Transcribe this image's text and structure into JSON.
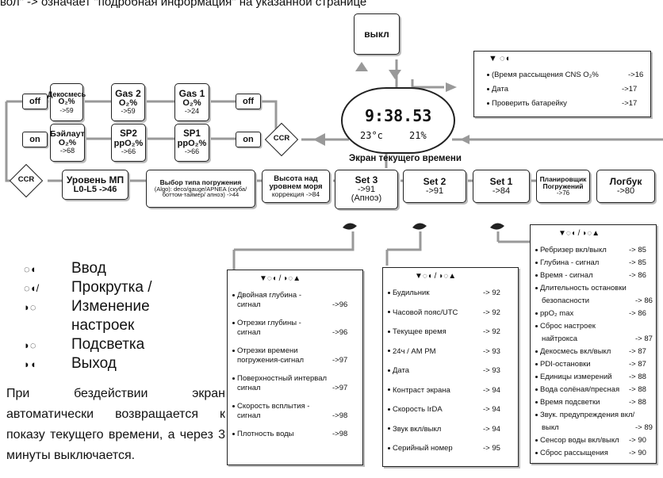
{
  "header_text": "вол\" -> означает \"подробная информация\" на указанной странице",
  "off_box": "выкл",
  "clock": {
    "time": "9:38.53",
    "temp": "23°c",
    "batt": "21%",
    "caption": "Экран текущего времени"
  },
  "top_right_panel": [
    {
      "text": "(Время рассыщения CNS O₂%",
      "ref": "->16"
    },
    {
      "text": "Дата",
      "ref": "->17"
    },
    {
      "text": "Проверить батарейку",
      "ref": "->17"
    }
  ],
  "off_tags": [
    "off",
    "off"
  ],
  "on_tags": [
    "on",
    "on"
  ],
  "ccr_labels": [
    "CCR",
    "CCR"
  ],
  "row_gas": [
    {
      "title": "Декосмесь",
      "sub": "O₂%",
      "ref": "->59"
    },
    {
      "title": "Gas 2",
      "sub": "O₂%",
      "ref": "->59"
    },
    {
      "title": "Gas 1",
      "sub": "O₂%",
      "ref": "->24"
    }
  ],
  "row_sp": [
    {
      "title": "Бэйлаут",
      "sub": "O₂%",
      "ref": "->68"
    },
    {
      "title": "SP2",
      "sub": "ppO₂%",
      "ref": "->66"
    },
    {
      "title": "SP1",
      "sub": "ppO₂%",
      "ref": "->66"
    }
  ],
  "main_row": [
    {
      "title": "Уровень МП",
      "sub": "L0-L5 ->46"
    },
    {
      "title": "Выбор типа погружения",
      "sub": "(Algo): deco/gauge/APNEA (скуба/боттом-таймер/ апноэ) ->44"
    },
    {
      "title": "Высота над уровнем моря",
      "sub": "коррекция ->84"
    },
    {
      "title": "Set 3",
      "sub": "->91",
      "sub2": "(Апноэ)"
    },
    {
      "title": "Set 2",
      "sub": "->91"
    },
    {
      "title": "Set 1",
      "sub": "->84"
    },
    {
      "title": "Планировщик Погружений",
      "sub": "->76"
    },
    {
      "title": "Логбук",
      "sub": "->80"
    }
  ],
  "legend": [
    "Ввод",
    "Прокрутка /",
    "Изменение",
    "настроек",
    "Подсветка",
    "Выход"
  ],
  "note": "При бездействии экран автоматически возвращается к показу текущего времени, а через 3 минуты выключается.",
  "set3_list": [
    {
      "text": "Двойная глубина -",
      "text2": "сигнал",
      "ref": "->96"
    },
    {
      "text": "Отрезки глубины -",
      "text2": "сигнал",
      "ref": "->96"
    },
    {
      "text": "Отрезки времени",
      "text2": "погружения-сигнал",
      "ref": "->97"
    },
    {
      "text": "Поверхностный интервал",
      "text2": "сигнал",
      "ref": "->97"
    },
    {
      "text": "Скорость всплытия -",
      "text2": "сигнал",
      "ref": "->98"
    },
    {
      "text": "Плотность воды",
      "text2": "",
      "ref": "->98"
    }
  ],
  "set2_list": [
    {
      "text": "Будильник",
      "ref": "-> 92"
    },
    {
      "text": "Часовой пояс/UTC",
      "ref": "-> 92"
    },
    {
      "text": "Текущее время",
      "ref": "-> 92"
    },
    {
      "text": "24ч / AM PM",
      "ref": "-> 93"
    },
    {
      "text": "Дата",
      "ref": "-> 93"
    },
    {
      "text": "Контраст экрана",
      "ref": "-> 94"
    },
    {
      "text": "Скорость IrDA",
      "ref": "-> 94"
    },
    {
      "text": "Звук вкл/выкл",
      "ref": "-> 94"
    },
    {
      "text": "Серийный номер",
      "ref": "-> 95"
    }
  ],
  "set1_list": [
    {
      "text": "Ребризер вкл/выкл",
      "ref": "-> 85"
    },
    {
      "text": "Глубина - сигнал",
      "ref": "-> 85"
    },
    {
      "text": "Время - сигнал",
      "ref": "-> 86"
    },
    {
      "text": "Длительность остановки",
      "ref": ""
    },
    {
      "text": "безопасности",
      "ref": "-> 86",
      "indent": true
    },
    {
      "text": "ppO₂ max",
      "ref": "-> 86"
    },
    {
      "text": "Сброс настроек",
      "ref": ""
    },
    {
      "text": "найтрокса",
      "ref": "-> 87",
      "indent": true
    },
    {
      "text": "Декосмесь вкл/выкл",
      "ref": "-> 87"
    },
    {
      "text": "PDI-остановки",
      "ref": "-> 87"
    },
    {
      "text": "Единицы измерений",
      "ref": "-> 88"
    },
    {
      "text": "Вода солёная/пресная",
      "ref": "-> 88"
    },
    {
      "text": "Время подсветки",
      "ref": "-> 88"
    },
    {
      "text": "Звук. предупреждения вкл/",
      "ref": ""
    },
    {
      "text": "выкл",
      "ref": "-> 89",
      "indent": true
    },
    {
      "text": "Сенсор воды вкл/выкл",
      "ref": "-> 90"
    },
    {
      "text": "Сброс рассыщения",
      "ref": "-> 90"
    }
  ]
}
